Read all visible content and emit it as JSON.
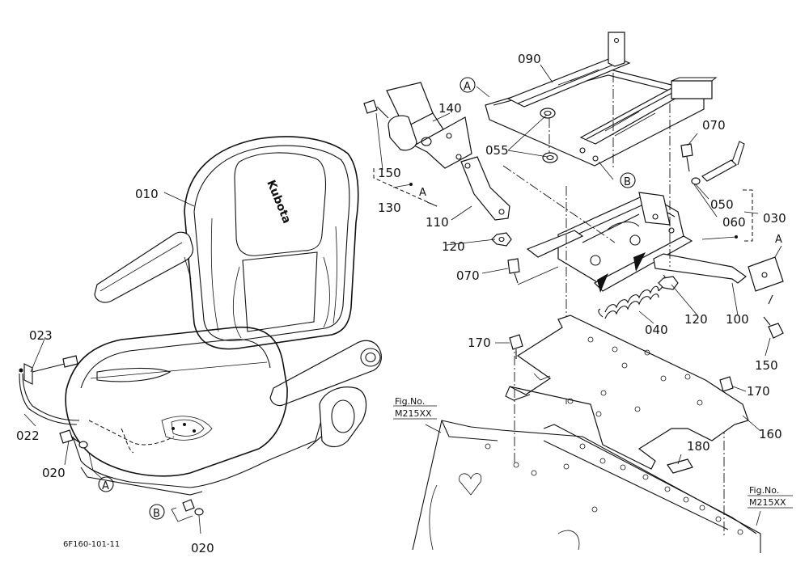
{
  "callouts": {
    "c010": "010",
    "c020a": "020",
    "c020b": "020",
    "c022": "022",
    "c023": "023",
    "c030": "030",
    "c040": "040",
    "c050": "050",
    "c055": "055",
    "c060": "060",
    "c070a": "070",
    "c070b": "070",
    "c090": "090",
    "c100": "100",
    "c110": "110",
    "c120a": "120",
    "c120b": "120",
    "c130": "130",
    "c140": "140",
    "c150a": "150",
    "c150b": "150",
    "c160": "160",
    "c170a": "170",
    "c170b": "170",
    "c180": "180"
  },
  "refs": {
    "a_bracket": "A",
    "a_rail": "A",
    "a_right": "A",
    "a_seat": "A",
    "b_seat": "B",
    "b_rail": "B"
  },
  "fig_refs": {
    "left_title": "Fig.No.",
    "left_code": "M215XX",
    "right_title": "Fig.No.",
    "right_code": "M215XX"
  },
  "drawing_code": "6F160-101-11",
  "brand_mark": "Kubota"
}
